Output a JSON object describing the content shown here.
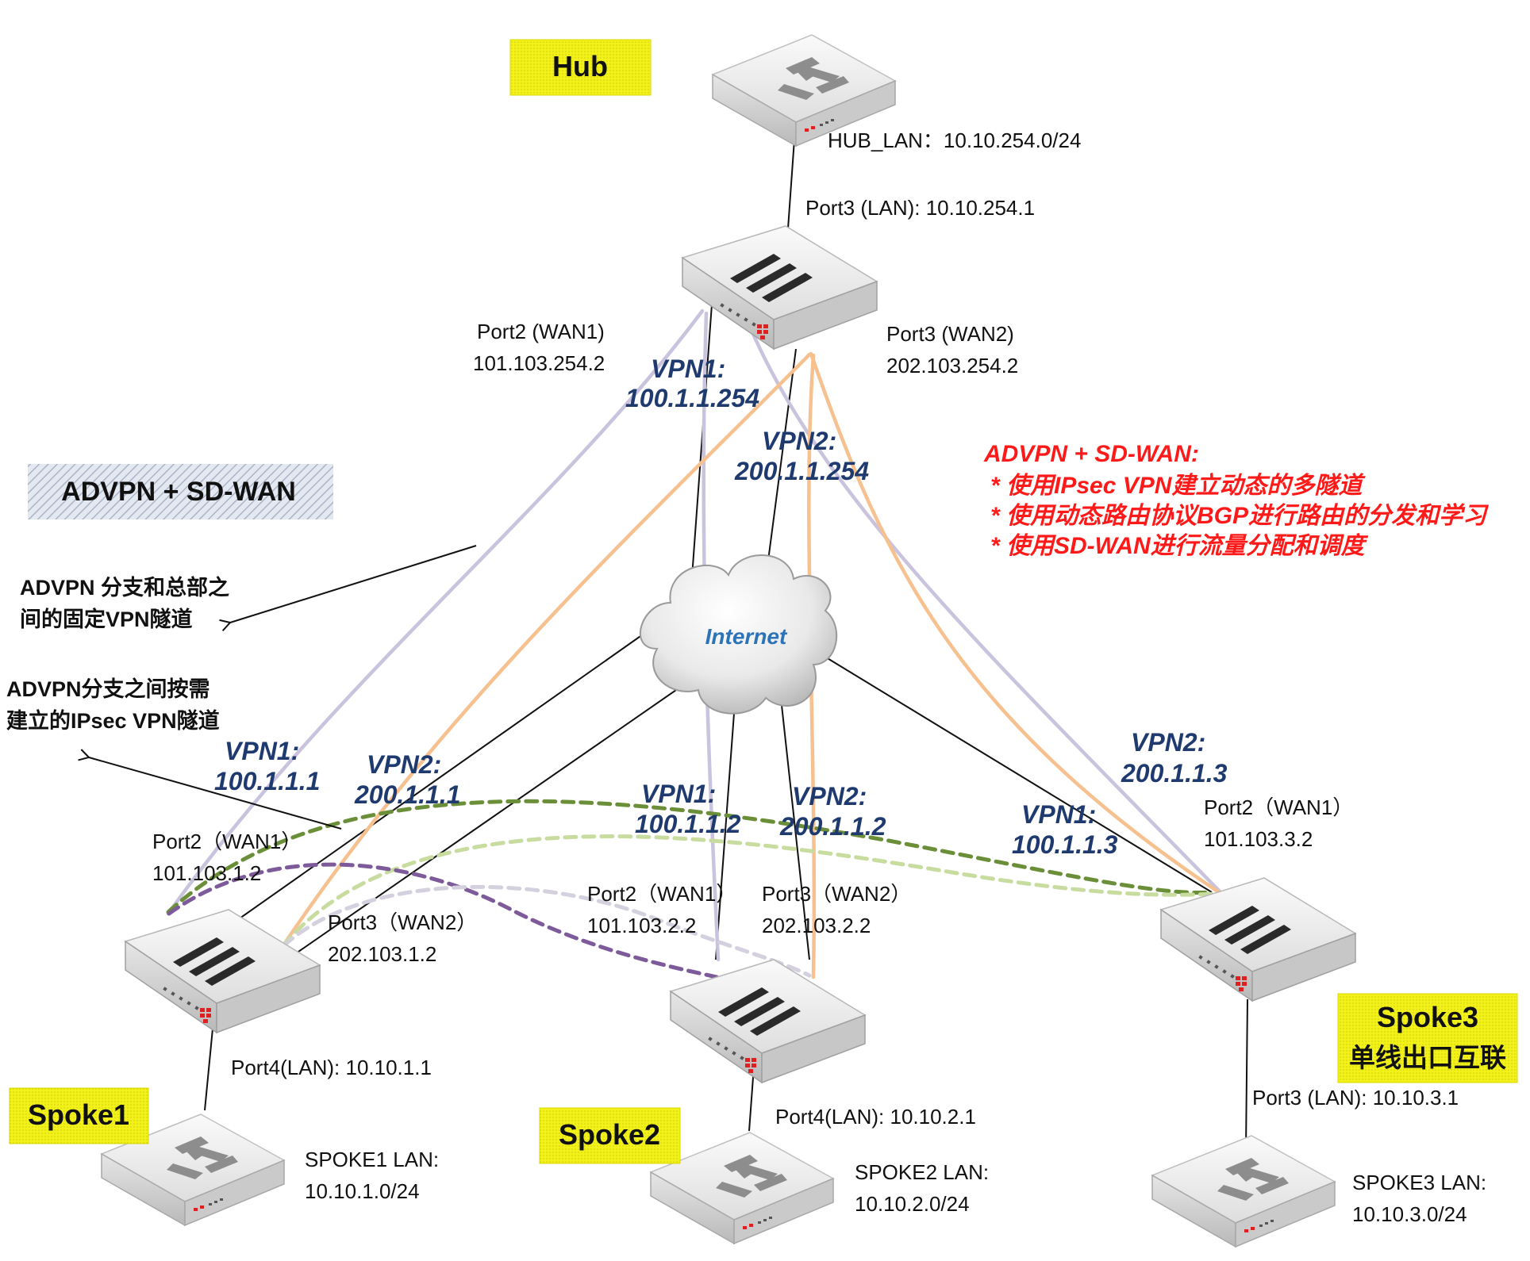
{
  "colors": {
    "highlight_yellow": "#f2f21a",
    "vpn1_line": "#c9c3dd",
    "vpn2_line": "#f6c08f",
    "dyn_green_dark": "#6b8f38",
    "dyn_green_light": "#c8dca0",
    "dyn_purple": "#7d5a9a",
    "dyn_gray": "#d4d0de",
    "vpn_label": "#1f3a6e",
    "red_note": "#ff1a1a",
    "internet_text": "#2d73b8"
  },
  "tags": {
    "hub": "Hub",
    "spoke1": "Spoke1",
    "spoke2": "Spoke2",
    "spoke3_line1": "Spoke3",
    "spoke3_line2": "单线出口互联",
    "advpn_sdwan": "ADVPN + SD-WAN"
  },
  "hub": {
    "lan": "HUB_LAN：10.10.254.0/24",
    "port3_lan": "Port3 (LAN): 10.10.254.1",
    "port2_wan1_name": "Port2 (WAN1)",
    "port2_wan1_ip": "101.103.254.2",
    "port3_wan2_name": "Port3 (WAN2)",
    "port3_wan2_ip": "202.103.254.2",
    "vpn1_name": "VPN1:",
    "vpn1_ip": "100.1.1.254",
    "vpn2_name": "VPN2:",
    "vpn2_ip": "200.1.1.254"
  },
  "internet": "Internet",
  "legend": {
    "fixed_line1": "ADVPN 分支和总部之",
    "fixed_line2": "间的固定VPN隧道",
    "dynamic_line1": "ADVPN分支之间按需",
    "dynamic_line2": "建立的IPsec VPN隧道"
  },
  "notes": {
    "title": "ADVPN + SD-WAN:",
    "line1": "* 使用IPsec VPN建立动态的多隧道",
    "line2": "* 使用动态路由协议BGP进行路由的分发和学习",
    "line3": "* 使用SD-WAN进行流量分配和调度"
  },
  "spoke1": {
    "vpn1_name": "VPN1:",
    "vpn1_ip": "100.1.1.1",
    "vpn2_name": "VPN2:",
    "vpn2_ip": "200.1.1.1",
    "port2_name": "Port2（WAN1）",
    "port2_ip": "101.103.1.2",
    "port3_name": "Port3（WAN2）",
    "port3_ip": "202.103.1.2",
    "port4_lan": "Port4(LAN): 10.10.1.1",
    "lan_name": "SPOKE1 LAN:",
    "lan_ip": "10.10.1.0/24"
  },
  "spoke2": {
    "vpn1_name": "VPN1:",
    "vpn1_ip": "100.1.1.2",
    "vpn2_name": "VPN2:",
    "vpn2_ip": "200.1.1.2",
    "port2_name": "Port2（WAN1）",
    "port2_ip": "101.103.2.2",
    "port3_name": "Port3（WAN2）",
    "port3_ip": "202.103.2.2",
    "port4_lan": "Port4(LAN): 10.10.2.1",
    "lan_name": "SPOKE2 LAN:",
    "lan_ip": "10.10.2.0/24"
  },
  "spoke3": {
    "vpn1_name": "VPN1:",
    "vpn1_ip": "100.1.1.3",
    "vpn2_name": "VPN2:",
    "vpn2_ip": "200.1.1.3",
    "port2_name": "Port2（WAN1）",
    "port2_ip": "101.103.3.2",
    "port3_lan": "Port3 (LAN): 10.10.3.1",
    "lan_name": "SPOKE3 LAN:",
    "lan_ip": "10.10.3.0/24"
  },
  "icons": {
    "firewall": "firewall-icon",
    "switch": "switch-icon",
    "cloud": "cloud-icon"
  }
}
